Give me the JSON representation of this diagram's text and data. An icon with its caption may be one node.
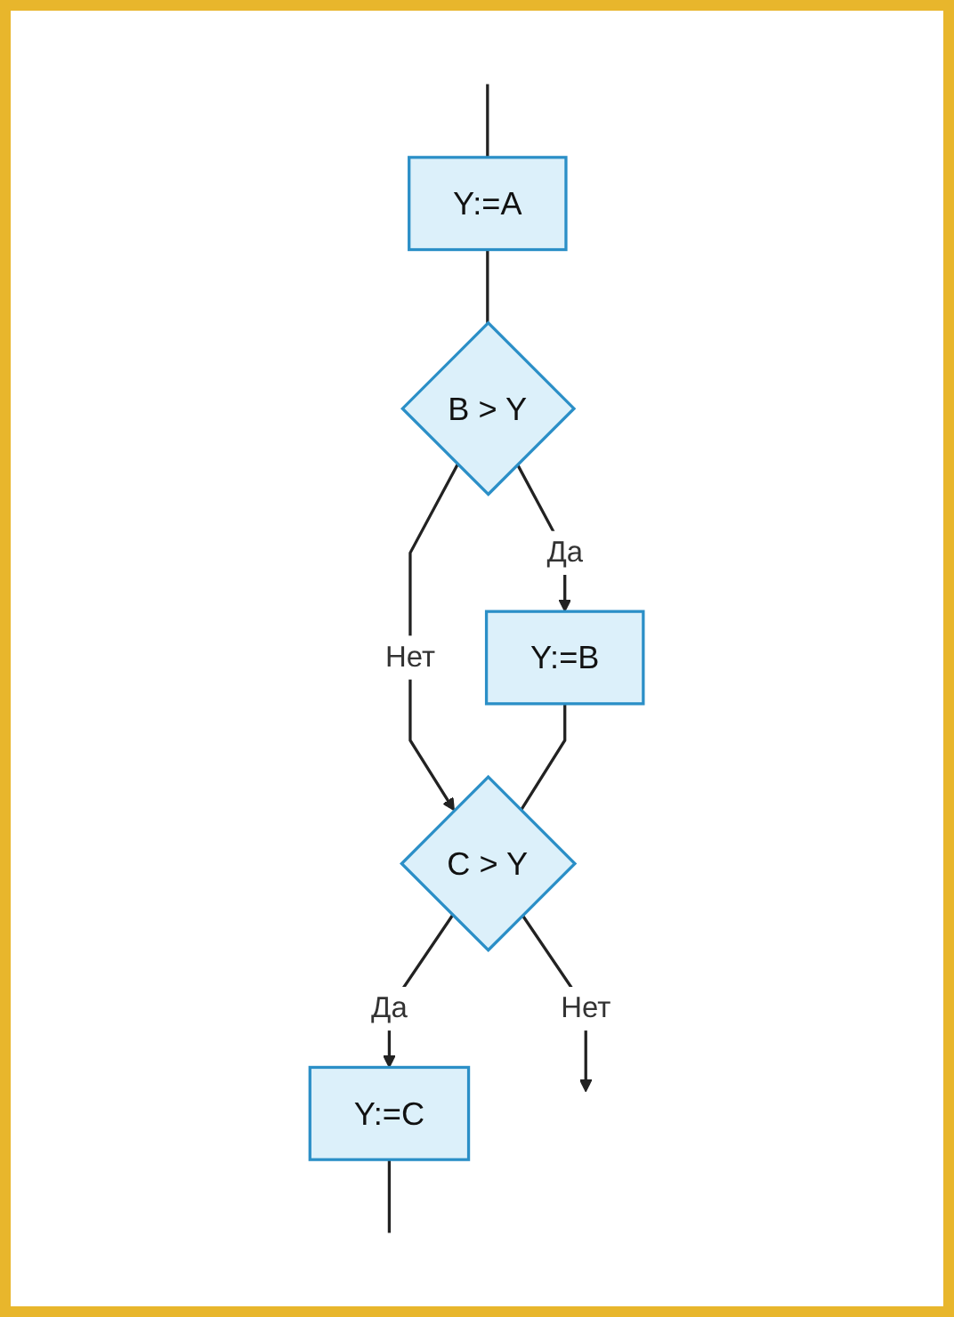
{
  "diagram": {
    "nodes": [
      {
        "text": [
          "Y:=A"
        ]
      },
      {
        "text": [
          "B > Y"
        ]
      },
      {
        "text": [
          "Y:=B"
        ]
      },
      {
        "text": [
          "C > Y"
        ]
      },
      {
        "text": [
          "Y:=C"
        ]
      }
    ],
    "edges": [
      {
        "from": null,
        "to": 0,
        "arrow": "none"
      },
      {
        "from": 0,
        "to": 1,
        "arrow": "none"
      },
      {
        "from": 1,
        "to": 2,
        "label": "Да",
        "arrow": "to"
      },
      {
        "from": 1,
        "to": 3,
        "label": "Нет",
        "arrow": "to"
      },
      {
        "from": 2,
        "to": 3,
        "arrow": "none"
      },
      {
        "from": 3,
        "to": 4,
        "label": "Да",
        "arrow": "to"
      },
      {
        "from": 3,
        "to": null,
        "label": "Нет",
        "arrow": "to"
      },
      {
        "from": 4,
        "to": null,
        "arrow": "none"
      }
    ]
  }
}
